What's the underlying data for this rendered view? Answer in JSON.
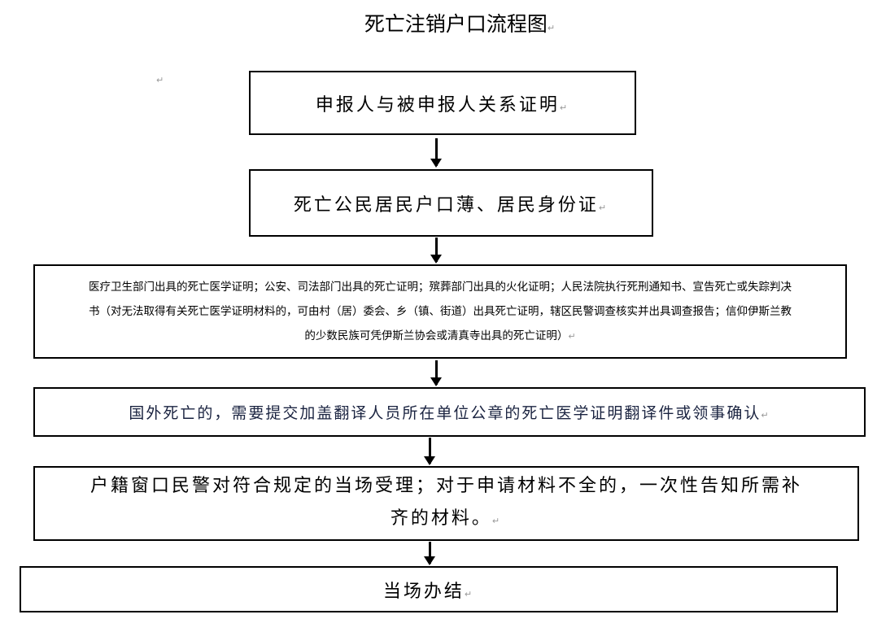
{
  "title": "死亡注销户口流程图",
  "paragraph_mark": "↵",
  "steps": [
    {
      "lines": [
        "申报人与被申报人关系证明"
      ]
    },
    {
      "lines": [
        "死亡公民居民户口薄、居民身份证"
      ]
    },
    {
      "lines": [
        "医疗卫生部门出具的死亡医学证明；公安、司法部门出具的死亡证明；殡葬部门出具的火化证明；人民法院执行死刑通知书、宣告死亡或失踪判决",
        "书（对无法取得有关死亡医学证明材料的，可由村（居）委会、乡（镇、街道）出具死亡证明，辖区民警调查核实并出具调查报告；信仰伊斯兰教",
        "的少数民族可凭伊斯兰协会或清真寺出具的死亡证明）"
      ]
    },
    {
      "lines": [
        "国外死亡的，需要提交加盖翻译人员所在单位公章的死亡医学证明翻译件或领事确认"
      ]
    },
    {
      "lines": [
        "户籍窗口民警对符合规定的当场受理；对于申请材料不全的，一次性告知所需补",
        "齐的材料。"
      ]
    },
    {
      "lines": [
        "当场办结"
      ]
    }
  ]
}
